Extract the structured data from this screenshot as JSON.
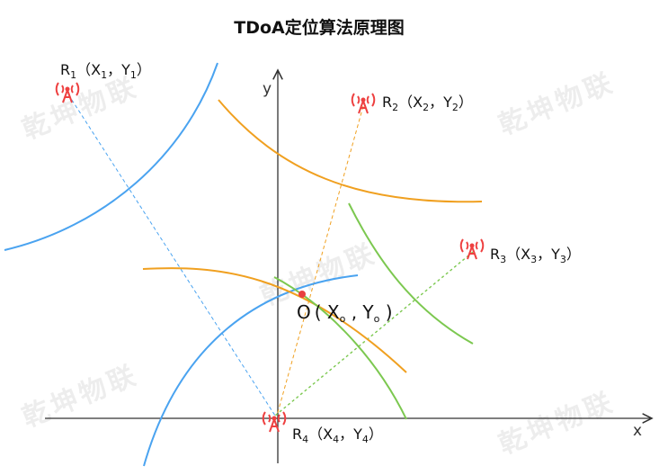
{
  "title": "TDoA定位算法原理图",
  "axes": {
    "x_label": "x",
    "y_label": "y"
  },
  "watermark": "乾坤物联",
  "colors": {
    "blue": "#4aa3f0",
    "orange": "#f0a020",
    "green": "#7cc850",
    "antenna": "#ee4040",
    "point": "#e84040",
    "axis": "#333333"
  },
  "receivers": [
    {
      "name": "R",
      "sub": "1",
      "coord_open": "（X",
      "coord_x_sub": "1",
      "coord_mid": "，Y",
      "coord_y_sub": "1",
      "coord_close": "）"
    },
    {
      "name": "R",
      "sub": "2",
      "coord_open": "（X",
      "coord_x_sub": "2",
      "coord_mid": "，Y",
      "coord_y_sub": "2",
      "coord_close": "）"
    },
    {
      "name": "R",
      "sub": "3",
      "coord_open": "（X",
      "coord_x_sub": "3",
      "coord_mid": "，Y",
      "coord_y_sub": "3",
      "coord_close": "）"
    },
    {
      "name": "R",
      "sub": "4",
      "coord_open": "（X",
      "coord_x_sub": "4",
      "coord_mid": "，Y",
      "coord_y_sub": "4",
      "coord_close": "）"
    }
  ],
  "target": {
    "name": "O",
    "open": "( X",
    "x_sub": "o",
    "mid": " , Y",
    "y_sub": "o",
    "close": " )"
  },
  "icons": {
    "antenna": "antenna-icon"
  }
}
